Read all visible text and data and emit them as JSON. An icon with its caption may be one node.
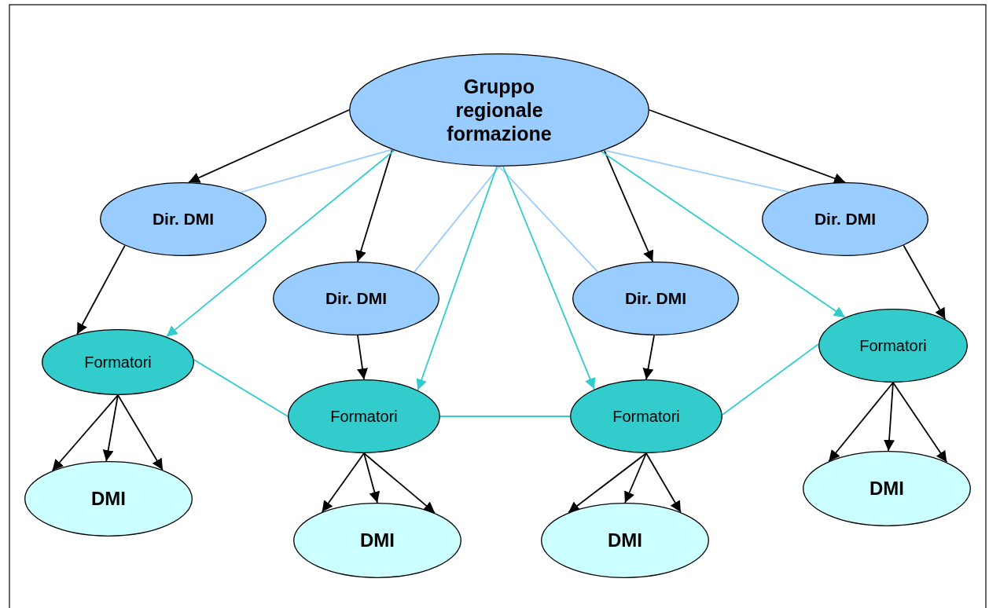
{
  "diagram": {
    "nodes": [
      {
        "text": [
          "Gruppo regionale formazione"
        ]
      },
      {
        "text": [
          "Dir. DMI"
        ]
      },
      {
        "text": [
          "Dir. DMI"
        ]
      },
      {
        "text": [
          "Dir. DMI"
        ]
      },
      {
        "text": [
          "Dir. DMI"
        ]
      },
      {
        "text": [
          "Formatori"
        ]
      },
      {
        "text": [
          "Formatori"
        ]
      },
      {
        "text": [
          "Formatori"
        ]
      },
      {
        "text": [
          "Formatori"
        ]
      },
      {
        "text": [
          "DMI"
        ]
      },
      {
        "text": [
          "DMI"
        ]
      },
      {
        "text": [
          "DMI"
        ]
      },
      {
        "text": [
          "DMI"
        ]
      }
    ],
    "edges": [
      {
        "from": 0,
        "to": 1,
        "arrow": "to"
      },
      {
        "from": 0,
        "to": 2,
        "arrow": "to"
      },
      {
        "from": 0,
        "to": 3,
        "arrow": "to"
      },
      {
        "from": 0,
        "to": 4,
        "arrow": "to"
      },
      {
        "from": 1,
        "to": 5,
        "arrow": "to"
      },
      {
        "from": 2,
        "to": 6,
        "arrow": "to"
      },
      {
        "from": 3,
        "to": 7,
        "arrow": "to"
      },
      {
        "from": 4,
        "to": 8,
        "arrow": "to"
      },
      {
        "from": 0,
        "to": 1,
        "arrow": "none",
        "color": "#99ccff"
      },
      {
        "from": 0,
        "to": 2,
        "arrow": "none",
        "color": "#99ccff"
      },
      {
        "from": 0,
        "to": 3,
        "arrow": "none",
        "color": "#99ccff"
      },
      {
        "from": 0,
        "to": 4,
        "arrow": "none",
        "color": "#99ccff"
      },
      {
        "from": 0,
        "to": 5,
        "arrow": "to",
        "color": "#33cccc"
      },
      {
        "from": 0,
        "to": 6,
        "arrow": "to",
        "color": "#33cccc"
      },
      {
        "from": 0,
        "to": 7,
        "arrow": "to",
        "color": "#33cccc"
      },
      {
        "from": 0,
        "to": 8,
        "arrow": "to",
        "color": "#33cccc"
      },
      {
        "from": 5,
        "to": 6,
        "arrow": "none",
        "color": "#33cccc"
      },
      {
        "from": 6,
        "to": 7,
        "arrow": "none",
        "color": "#33cccc"
      },
      {
        "from": 7,
        "to": 8,
        "arrow": "none",
        "color": "#33cccc"
      },
      {
        "from": 5,
        "to": 9,
        "arrow": "to"
      },
      {
        "from": 5,
        "to": 9,
        "arrow": "to"
      },
      {
        "from": 5,
        "to": 9,
        "arrow": "to"
      },
      {
        "from": 6,
        "to": 10,
        "arrow": "to"
      },
      {
        "from": 6,
        "to": 10,
        "arrow": "to"
      },
      {
        "from": 6,
        "to": 10,
        "arrow": "to"
      },
      {
        "from": 7,
        "to": 11,
        "arrow": "to"
      },
      {
        "from": 7,
        "to": 11,
        "arrow": "to"
      },
      {
        "from": 7,
        "to": 11,
        "arrow": "to"
      },
      {
        "from": 8,
        "to": 12,
        "arrow": "to"
      },
      {
        "from": 8,
        "to": 12,
        "arrow": "to"
      },
      {
        "from": 8,
        "to": 12,
        "arrow": "to"
      }
    ]
  }
}
